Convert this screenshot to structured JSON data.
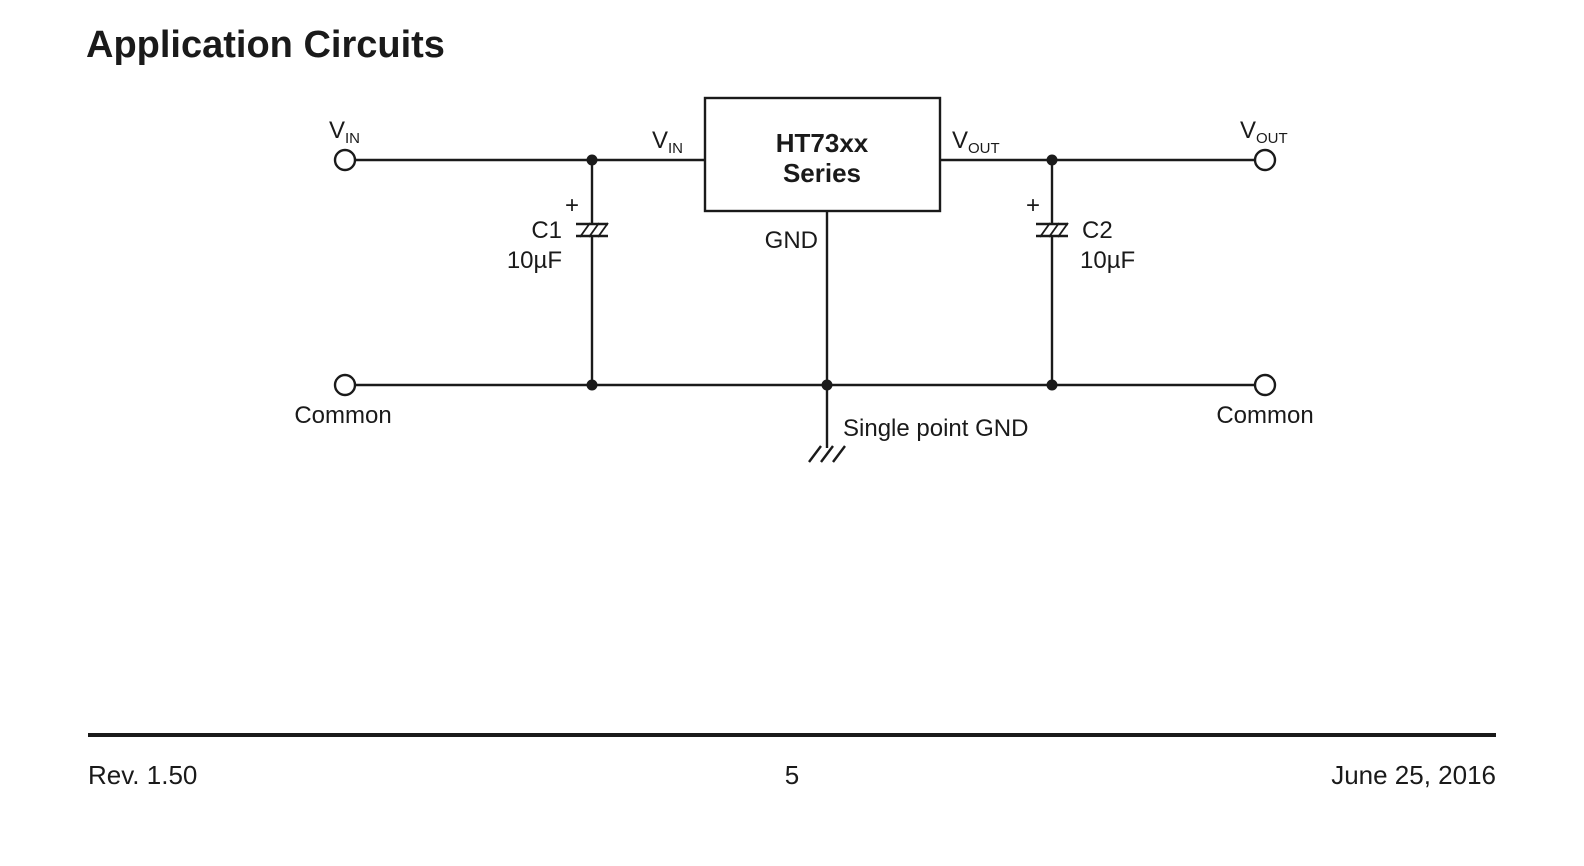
{
  "page": {
    "title": "Application Circuits",
    "background": "#ffffff",
    "ink_color": "#1a1a1a"
  },
  "circuit": {
    "ic_box": {
      "line1": "HT73xx",
      "line2": "Series"
    },
    "pin_labels": {
      "vin_main": "V",
      "vin_sub": "IN",
      "vout_main": "V",
      "vout_sub": "OUT",
      "gnd": "GND"
    },
    "terminal_labels": {
      "vin_main": "V",
      "vin_sub": "IN",
      "vout_main": "V",
      "vout_sub": "OUT",
      "common_left": "Common",
      "common_right": "Common"
    },
    "capacitor_c1": {
      "designator": "C1",
      "value": "10µF",
      "polarity": "+"
    },
    "capacitor_c2": {
      "designator": "C2",
      "value": "10µF",
      "polarity": "+"
    },
    "ground_label": "Single point GND"
  },
  "footer": {
    "revision": "Rev. 1.50",
    "page_number": "5",
    "date": "June 25, 2016"
  }
}
